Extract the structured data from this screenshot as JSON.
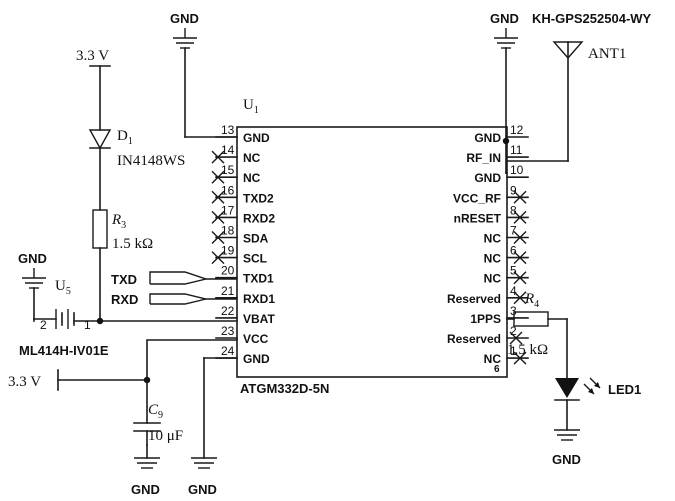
{
  "chip": {
    "ref": "U",
    "ref_sub": "1",
    "part": "ATGM332D-5N",
    "left_pins": [
      {
        "num": "13",
        "name": "GND"
      },
      {
        "num": "14",
        "name": "NC"
      },
      {
        "num": "15",
        "name": "NC"
      },
      {
        "num": "16",
        "name": "TXD2"
      },
      {
        "num": "17",
        "name": "RXD2"
      },
      {
        "num": "18",
        "name": "SDA"
      },
      {
        "num": "19",
        "name": "SCL"
      },
      {
        "num": "20",
        "name": "TXD1"
      },
      {
        "num": "21",
        "name": "RXD1"
      },
      {
        "num": "22",
        "name": "VBAT"
      },
      {
        "num": "23",
        "name": "VCC"
      },
      {
        "num": "24",
        "name": "GND"
      }
    ],
    "right_pins": [
      {
        "num": "12",
        "name": "GND"
      },
      {
        "num": "11",
        "name": "RF_IN"
      },
      {
        "num": "10",
        "name": "GND"
      },
      {
        "num": "9",
        "name": "VCC_RF"
      },
      {
        "num": "8",
        "name": "nRESET"
      },
      {
        "num": "7",
        "name": "NC"
      },
      {
        "num": "6",
        "name": "NC"
      },
      {
        "num": "5",
        "name": "NC"
      },
      {
        "num": "4",
        "name": "Reserved"
      },
      {
        "num": "3",
        "name": "1PPS"
      },
      {
        "num": "2",
        "name": "Reserved"
      },
      {
        "num": "1",
        "name": "NC"
      }
    ]
  },
  "labels": {
    "gnd": "GND",
    "v33": "3.3 V",
    "v33_in": "3.3 V",
    "d1_ref": "D",
    "d1_sub": "1",
    "d1_part": "IN4148WS",
    "r3_ref": "R",
    "r3_sub": "3",
    "r3_val": "1.5 kΩ",
    "u5_ref": "U",
    "u5_sub": "5",
    "u5_part": "ML414H-IV01E",
    "bat_pin2": "2",
    "bat_pin1": "1",
    "txd": "TXD",
    "rxd": "RXD",
    "c9_ref": "C",
    "c9_sub": "9",
    "c9_val": "10 μF",
    "ant_part": "KH-GPS252504-WY",
    "ant_ref": "ANT1",
    "r4_ref": "R",
    "r4_sub": "4",
    "r4_val": "1.5 kΩ",
    "led_ref": "LED1",
    "pin6_mark": "6"
  }
}
